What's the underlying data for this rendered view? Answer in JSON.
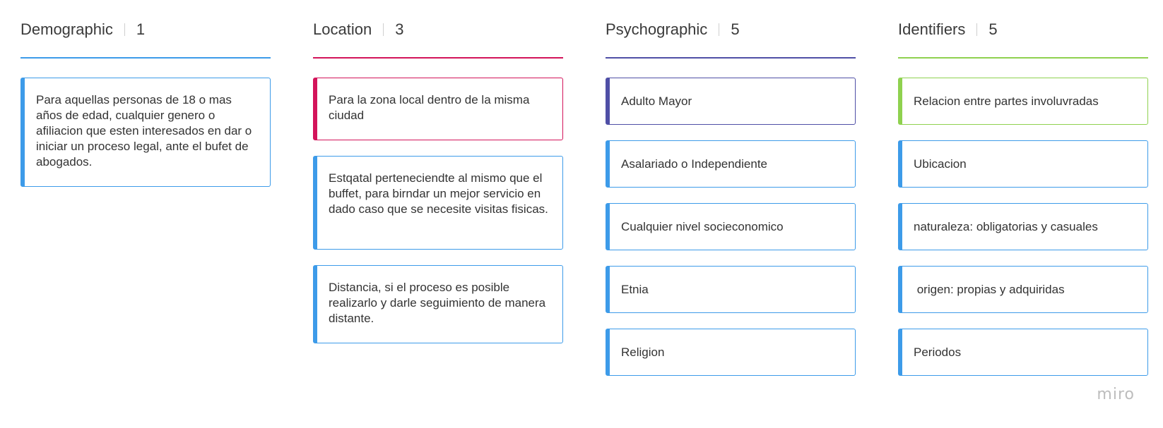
{
  "columns": [
    {
      "title": "Demographic",
      "count": "1",
      "color": "#3d9be9",
      "cards": [
        {
          "text": "Para aquellas personas de 18 o mas años de edad, cualquier genero o afiliacion que esten interesados en dar o iniciar un proceso legal, ante el bufet de abogados.",
          "color": "#3d9be9"
        }
      ]
    },
    {
      "title": "Location",
      "count": "3",
      "color": "#d3145a",
      "cards": [
        {
          "text": "Para la zona local dentro de la misma ciudad",
          "color": "#d3145a"
        },
        {
          "text": "Estqatal perteneciendte al mismo que el buffet, para birndar un mejor servicio en dado caso que se necesite visitas fisicas.",
          "color": "#3d9be9"
        },
        {
          "text": "Distancia, si el proceso es posible realizarlo y darle seguimiento de manera distante.",
          "color": "#3d9be9"
        }
      ]
    },
    {
      "title": "Psychographic",
      "count": "5",
      "color": "#4f4fa6",
      "cards": [
        {
          "text": "Adulto Mayor",
          "color": "#4f4fa6"
        },
        {
          "text": "Asalariado o Independiente",
          "color": "#3d9be9"
        },
        {
          "text": "Cualquier nivel socieconomico",
          "color": "#3d9be9"
        },
        {
          "text": "Etnia",
          "color": "#3d9be9"
        },
        {
          "text": "Religion",
          "color": "#3d9be9"
        }
      ]
    },
    {
      "title": "Identifiers",
      "count": "5",
      "color": "#8fd14f",
      "cards": [
        {
          "text": "Relacion entre partes involuvradas",
          "color": "#8fd14f"
        },
        {
          "text": "Ubicacion",
          "color": "#3d9be9"
        },
        {
          "text": "naturaleza: obligatorias y casuales",
          "color": "#3d9be9"
        },
        {
          "text": " origen: propias y adquiridas",
          "color": "#3d9be9"
        },
        {
          "text": "Periodos",
          "color": "#3d9be9"
        }
      ]
    }
  ],
  "watermark": "miro"
}
